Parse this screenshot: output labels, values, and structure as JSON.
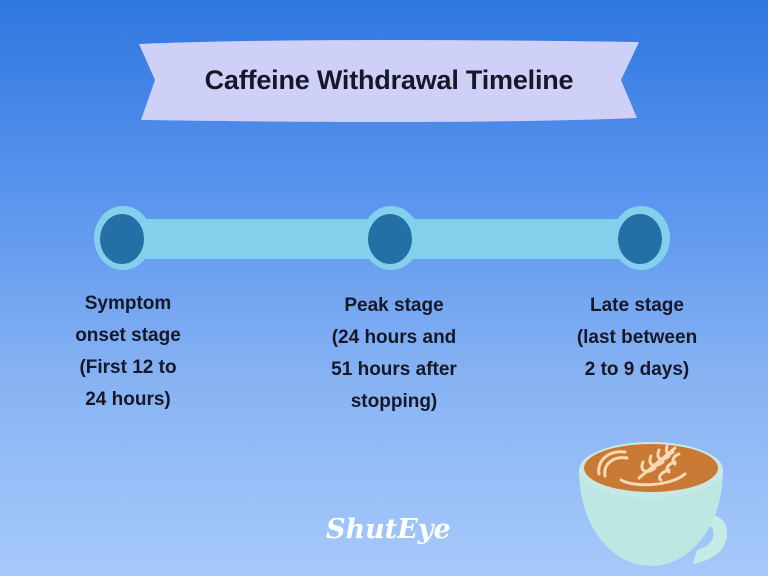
{
  "title": "Caffeine Withdrawal Timeline",
  "timeline": {
    "stages": [
      {
        "lines": [
          "Symptom",
          "onset stage",
          "(First 12 to",
          "24 hours)"
        ]
      },
      {
        "lines": [
          "Peak stage",
          "(24 hours and",
          "51 hours after",
          "stopping)"
        ]
      },
      {
        "lines": [
          "Late stage",
          "(last between",
          "2 to 9 days)"
        ]
      }
    ]
  },
  "logo": "ShutEye",
  "colors": {
    "banner": "#cfd0f8",
    "track": "#83cfec",
    "node": "#236fa6",
    "text": "#16182a",
    "coffee": "#c87a34",
    "cup": "#bde7e2"
  },
  "icons": [
    "latte-art-coffee-cup-icon"
  ]
}
